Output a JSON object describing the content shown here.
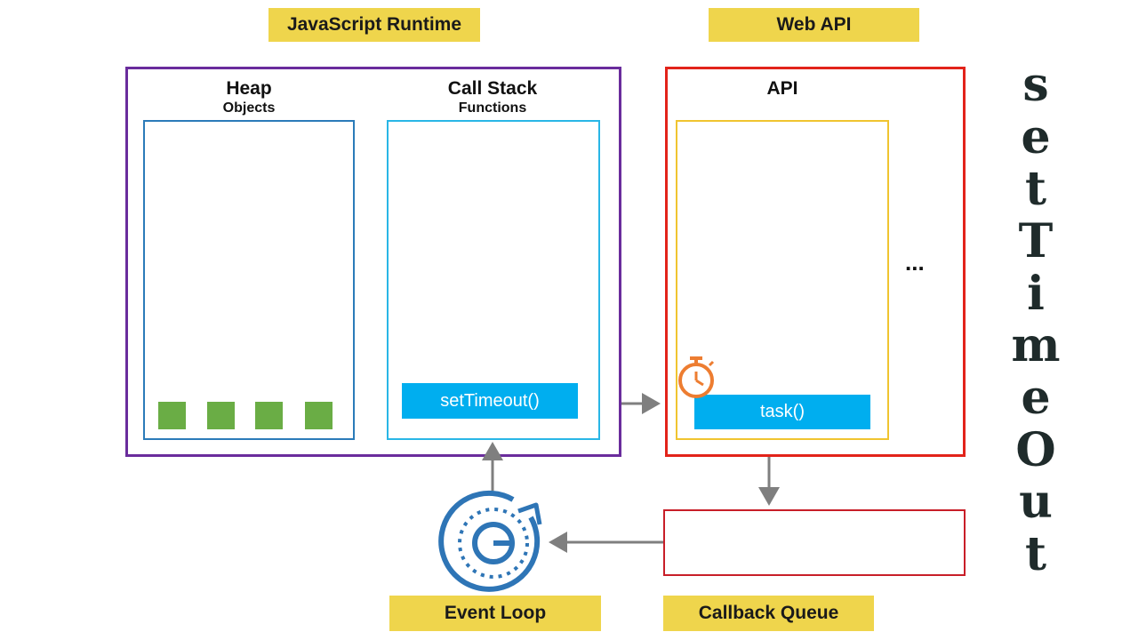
{
  "labels": {
    "runtime": "JavaScript Runtime",
    "web_api": "Web API",
    "event_loop": "Event Loop",
    "callback_queue": "Callback Queue"
  },
  "runtime": {
    "heap_title": "Heap",
    "heap_sub": "Objects",
    "stack_title": "Call Stack",
    "stack_sub": "Functions",
    "stack_item": "setTimeout()",
    "heap_object_count": 4
  },
  "api": {
    "title": "API",
    "task": "task()",
    "more": "..."
  },
  "side_title": [
    "s",
    "e",
    "t",
    "T",
    "i",
    "m",
    "e",
    "O",
    "u",
    "t"
  ],
  "icons": {
    "timer": "stopwatch-icon",
    "loop": "event-loop-icon"
  },
  "colors": {
    "yellow_label": "#efd54c",
    "runtime_border": "#6a2c9c",
    "api_border": "#e2231a",
    "heap_border": "#2b7bb9",
    "stack_border": "#29b6e6",
    "api_inner_border": "#f0c430",
    "queue_border": "#c81e28",
    "pill_blue": "#00aeef",
    "object_green": "#6aad45",
    "arrow_gray": "#7f7f7f",
    "loop_blue": "#2e75b6",
    "timer_orange": "#ed7d31"
  }
}
